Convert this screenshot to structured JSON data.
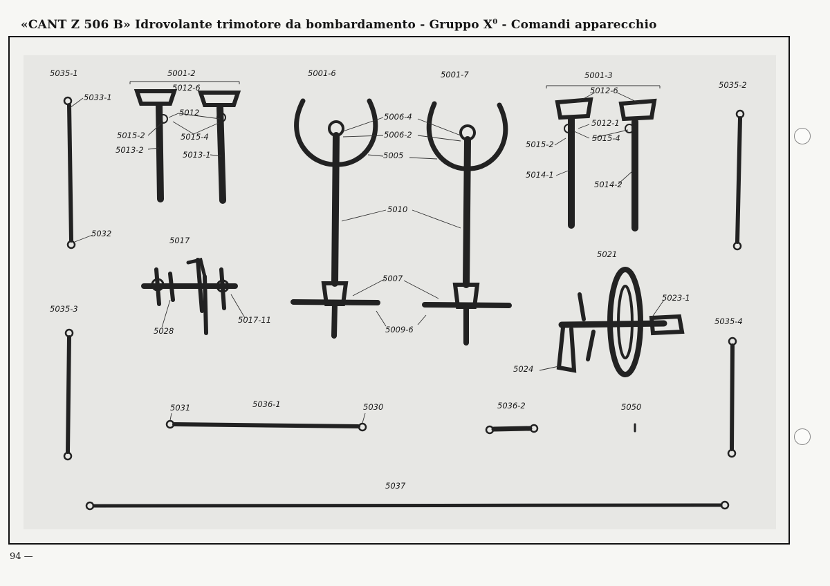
{
  "header": {
    "title_main": "«CANT Z 506 B» Idrovolante trimotore da bombardamento - Gruppo X",
    "title_sup": "0",
    "title_tail": " - Comandi apparecchio"
  },
  "page_number": "94 —",
  "labels": {
    "l5035_1": "5035-1",
    "l5033_1": "5033-1",
    "l5032": "5032",
    "l5001_2": "5001-2",
    "l5012_6a": "5012-6",
    "l5012": "5012",
    "l5015_2a": "5015-2",
    "l5015_4a": "5015-4",
    "l5013_2": "5013-2",
    "l5013_1": "5013-1",
    "l5001_6": "5001-6",
    "l5001_7": "5001-7",
    "l5006_4": "5006-4",
    "l5006_2": "5006-2",
    "l5005": "5005",
    "l5010": "5010",
    "l5007": "5007",
    "l5009_6": "5009-6",
    "l5001_3": "5001-3",
    "l5012_6b": "5012-6",
    "l5012_1": "5012-1",
    "l5015_2b": "5015-2",
    "l5015_4b": "5015-4",
    "l5014_1": "5014-1",
    "l5014_2": "5014-2",
    "l5035_2": "5035-2",
    "l5017": "5017",
    "l5028": "5028",
    "l5017_11": "5017-11",
    "l5021": "5021",
    "l5023_1": "5023-1",
    "l5024": "5024",
    "l5035_3": "5035-3",
    "l5035_4": "5035-4",
    "l5031": "5031",
    "l5036_1": "5036-1",
    "l5030": "5030",
    "l5036_2": "5036-2",
    "l5050": "5050",
    "l5037": "5037"
  }
}
